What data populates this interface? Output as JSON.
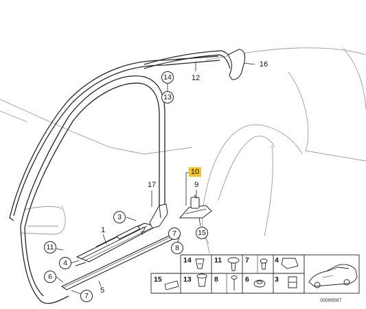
{
  "callouts": {
    "c1": "1",
    "c2": "2",
    "c3": "3",
    "c4": "4",
    "c5": "5",
    "c6": "6",
    "c7a": "7",
    "c7b": "7",
    "c8": "8",
    "c9": "9",
    "c10": "10",
    "c11": "11",
    "c12": "12",
    "c13": "13",
    "c14": "14",
    "c15": "15",
    "c16": "16",
    "c17": "17"
  },
  "parts_grid": {
    "row1": [
      "14",
      "11",
      "7",
      "4"
    ],
    "row2": [
      "15",
      "13",
      "8",
      "6",
      "3"
    ]
  },
  "document_number": "00089587",
  "colors": {
    "highlight": "#f4c430",
    "line": "#222222",
    "car_outline": "#9a9a9a"
  }
}
